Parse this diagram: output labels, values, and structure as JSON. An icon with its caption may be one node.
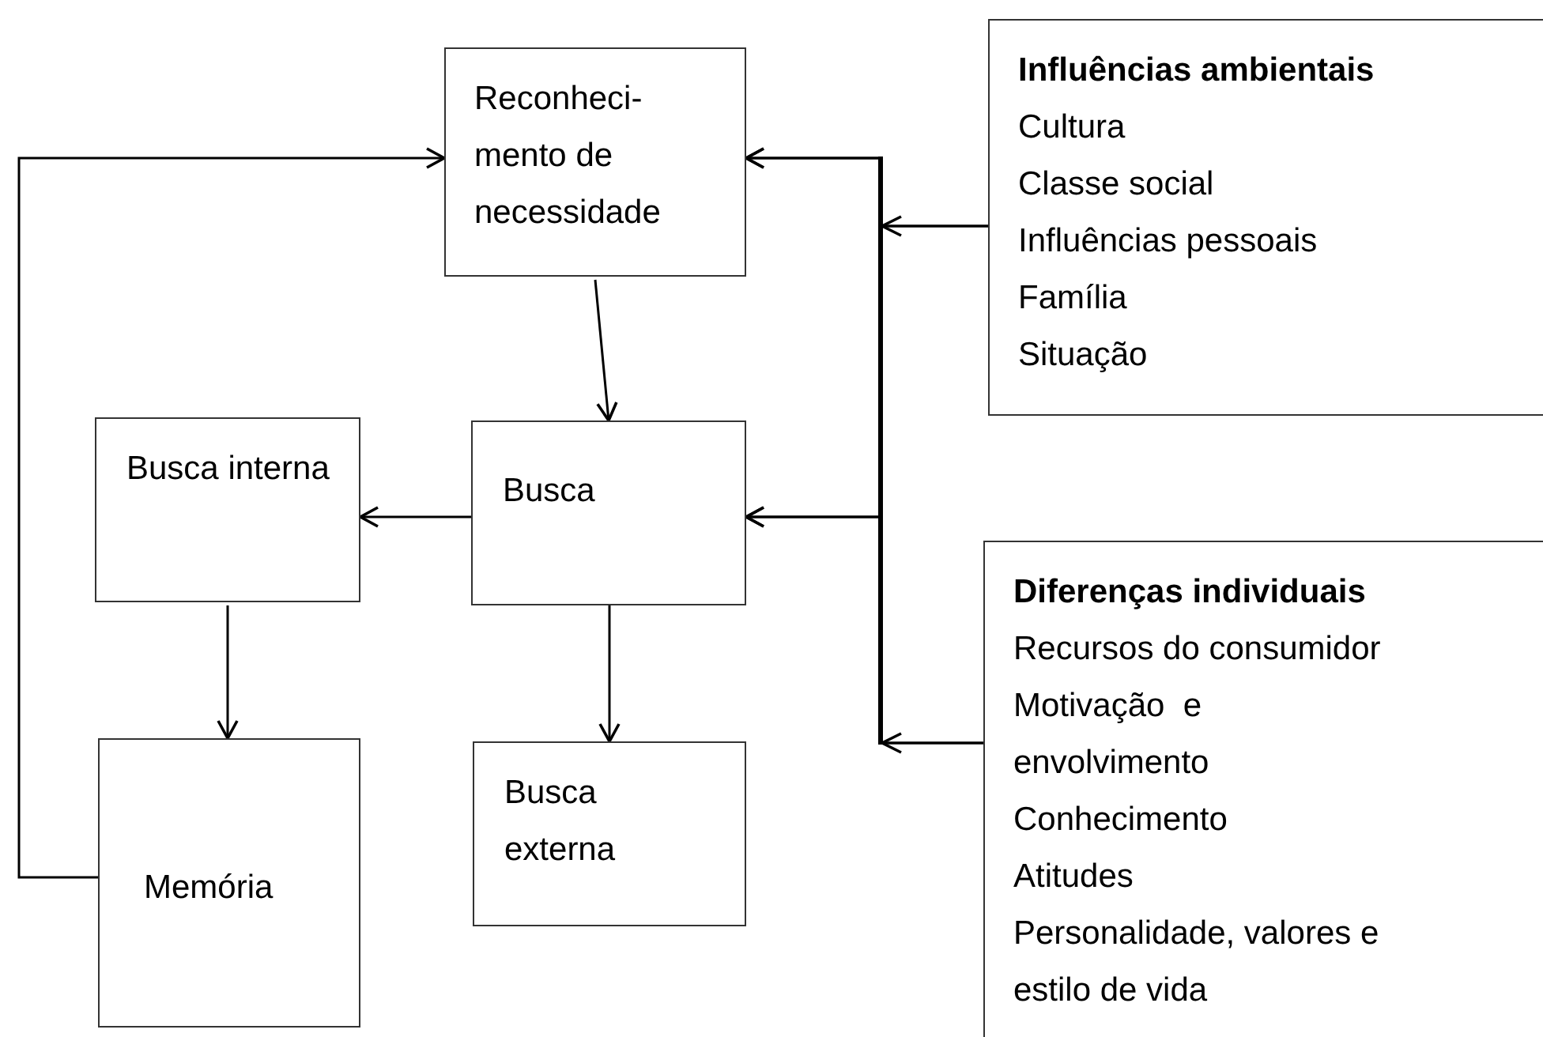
{
  "diagram": {
    "nodes": [
      {
        "text": [
          "Reconheci- mento de necessidade"
        ]
      },
      {
        "text": [
          "Busca"
        ]
      },
      {
        "text": [
          "Busca interna"
        ]
      },
      {
        "text": [
          "Memória"
        ]
      },
      {
        "text": [
          "Busca externa"
        ]
      },
      {
        "text": [
          "Influências ambientais",
          "Cultura",
          "Classe social",
          "Influências pessoais",
          "Família",
          "Situação"
        ]
      },
      {
        "text": [
          "Diferenças individuais",
          "Recursos do consumidor",
          "Motivação  e envolvimento",
          "Conhecimento",
          "Atitudes",
          "Personalidade, valores e estilo de vida"
        ]
      }
    ],
    "edges": [
      {
        "from": 0,
        "to": 1,
        "arrow": "to"
      },
      {
        "from": 1,
        "to": 2,
        "arrow": "to"
      },
      {
        "from": 1,
        "to": 4,
        "arrow": "to"
      },
      {
        "from": 2,
        "to": 3,
        "arrow": "to"
      },
      {
        "from": 3,
        "to": 0,
        "arrow": "to"
      },
      {
        "from": 5,
        "to": 0,
        "arrow": "to"
      },
      {
        "from": 5,
        "to": 1,
        "arrow": "to"
      },
      {
        "from": 6,
        "to": 0,
        "arrow": "to"
      },
      {
        "from": 6,
        "to": 1,
        "arrow": "to"
      }
    ]
  }
}
